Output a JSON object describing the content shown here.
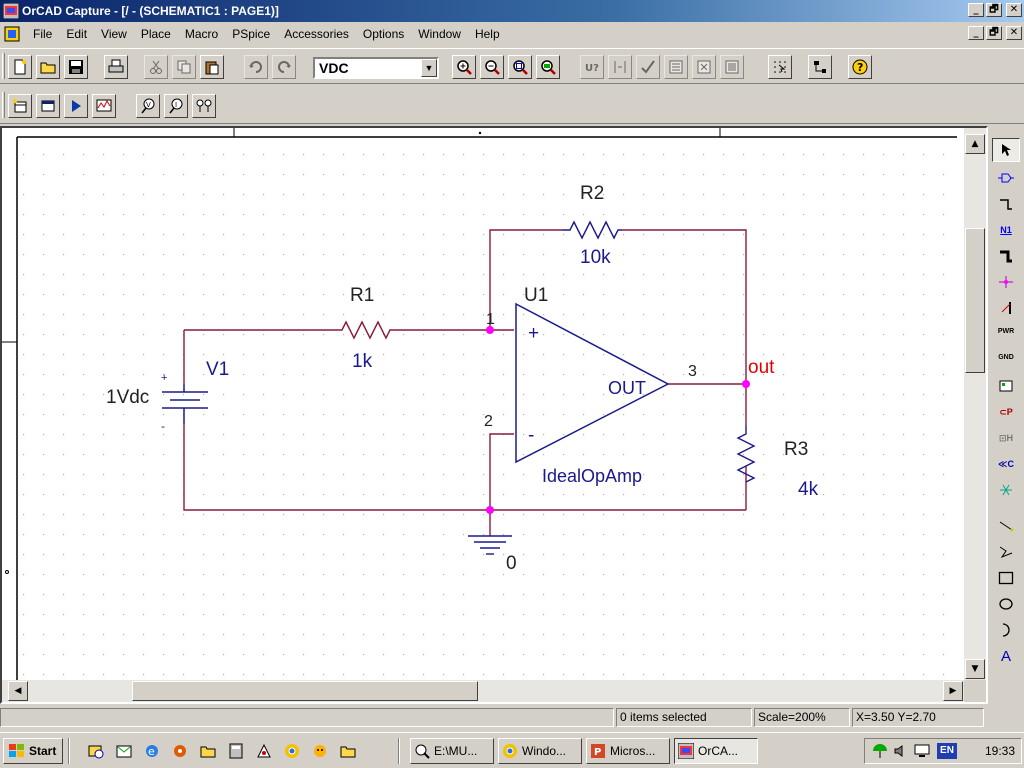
{
  "window": {
    "title": "OrCAD Capture - [/ - (SCHEMATIC1 : PAGE1)]",
    "minimize": "_",
    "maximize": "🗗",
    "close": "✕"
  },
  "menu": {
    "items": [
      "File",
      "Edit",
      "View",
      "Place",
      "Macro",
      "PSpice",
      "Accessories",
      "Options",
      "Window",
      "Help"
    ]
  },
  "toolbar": {
    "part_combo_value": "VDC",
    "combo_arrow": "▼"
  },
  "schematic": {
    "components": {
      "r1": {
        "ref": "R1",
        "value": "1k"
      },
      "r2": {
        "ref": "R2",
        "value": "10k"
      },
      "r3": {
        "ref": "R3",
        "value": "4k"
      },
      "v1": {
        "ref": "V1",
        "value": "1Vdc",
        "plus": "+",
        "minus": "-"
      },
      "u1": {
        "ref": "U1",
        "model": "IdealOpAmp",
        "pin_plus": "+",
        "pin_minus": "-",
        "pin_out": "OUT"
      }
    },
    "nodes": {
      "node1": "1",
      "node2": "2",
      "node3": "3",
      "out": "out",
      "ground": "0"
    },
    "colors": {
      "wire": "#8b1a3a",
      "part": "#1a1a8c",
      "junction": "#ff00ff",
      "net_alias": "#e00000",
      "grid_dot": "#b0b0b0"
    }
  },
  "palette": {
    "net_alias_label": "N1",
    "power_label": "PWR",
    "ground_label": "GND",
    "port_label": "⊂P",
    "hier_pin_label": "⊡H",
    "off_page_label": "≪C",
    "text_label": "A"
  },
  "scroll": {
    "up": "▲",
    "down": "▼",
    "left": "◀",
    "right": "▶"
  },
  "status": {
    "selection": "0 items selected",
    "scale": "Scale=200%",
    "coords": "X=3.50  Y=2.70"
  },
  "taskbar": {
    "start": "Start",
    "tasks": [
      "E:\\MU...",
      "Windo...",
      "Micros...",
      "OrCA..."
    ],
    "language": "EN",
    "clock": "19:33"
  }
}
